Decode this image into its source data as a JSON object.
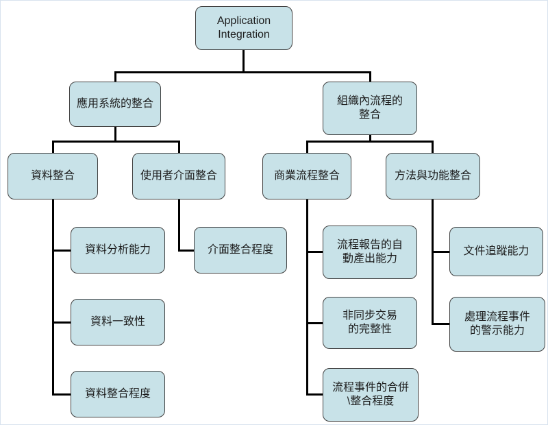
{
  "diagram": {
    "type": "hierarchy-tree",
    "title": "Application Integration"
  },
  "colors": {
    "node_fill": "#c8e2e8",
    "node_border": "#3f3f3f",
    "connector": "#000000",
    "text": "#1c1c1c",
    "canvas_border": "#d8e2ee",
    "background": "#ffffff"
  },
  "tree": {
    "root": {
      "label": "Application\nIntegration",
      "children": [
        {
          "label": "應用系統的整合",
          "children": [
            {
              "label": "資料整合",
              "children": [
                {
                  "label": "資料分析能力"
                },
                {
                  "label": "資料一致性"
                },
                {
                  "label": "資料整合程度"
                }
              ]
            },
            {
              "label": "使用者介面整合",
              "children": [
                {
                  "label": "介面整合程度"
                }
              ]
            }
          ]
        },
        {
          "label": "組織內流程的\n整合",
          "children": [
            {
              "label": "商業流程整合",
              "children": [
                {
                  "label": "流程報告的自\n動產出能力"
                },
                {
                  "label": "非同步交易\n的完整性"
                },
                {
                  "label": "流程事件的合併\n\\整合程度"
                }
              ]
            },
            {
              "label": "方法與功能整合",
              "children": [
                {
                  "label": "文件追蹤能力"
                },
                {
                  "label": "處理流程事件\n的警示能力"
                }
              ]
            }
          ]
        }
      ]
    }
  }
}
